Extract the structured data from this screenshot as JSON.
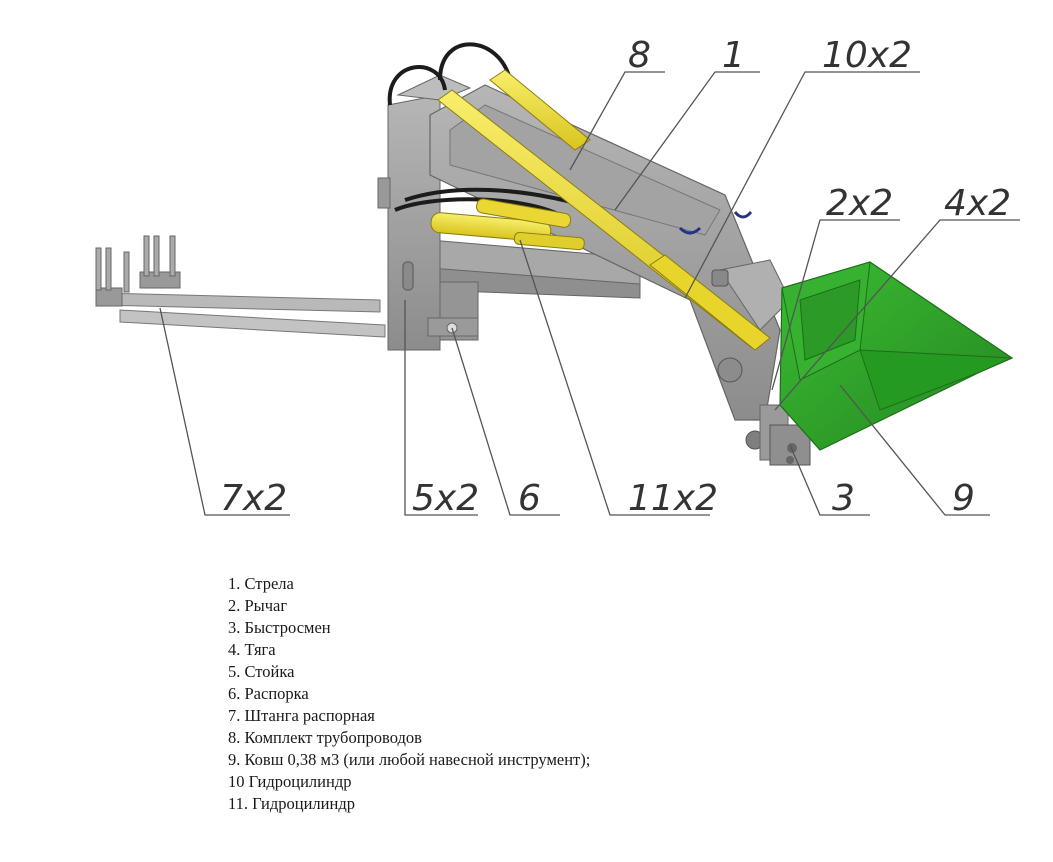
{
  "callouts": {
    "c8": "8",
    "c1": "1",
    "c10": "10x2",
    "c2": "2x2",
    "c4": "4x2",
    "c7": "7x2",
    "c5": "5x2",
    "c6": "6",
    "c11": "11x2",
    "c3": "3",
    "c9": "9"
  },
  "legend": [
    "1. Стрела",
    "2. Рычаг",
    "3. Быстросмен",
    "4. Тяга",
    "5. Стойка",
    "6. Распорка",
    "7. Штанга распорная",
    "8. Комплект трубопроводов",
    "9. Ковш 0,38 м3  (или любой навесной инструмент);",
    "10 Гидроцилиндр",
    "11. Гидроцилиндр"
  ],
  "colors": {
    "steel": "#9c9c9c",
    "steel_dark": "#7b7b7b",
    "cylinder_yellow": "#f1e23a",
    "bucket_green": "#2fa62a",
    "hose": "#1c1c1c"
  }
}
